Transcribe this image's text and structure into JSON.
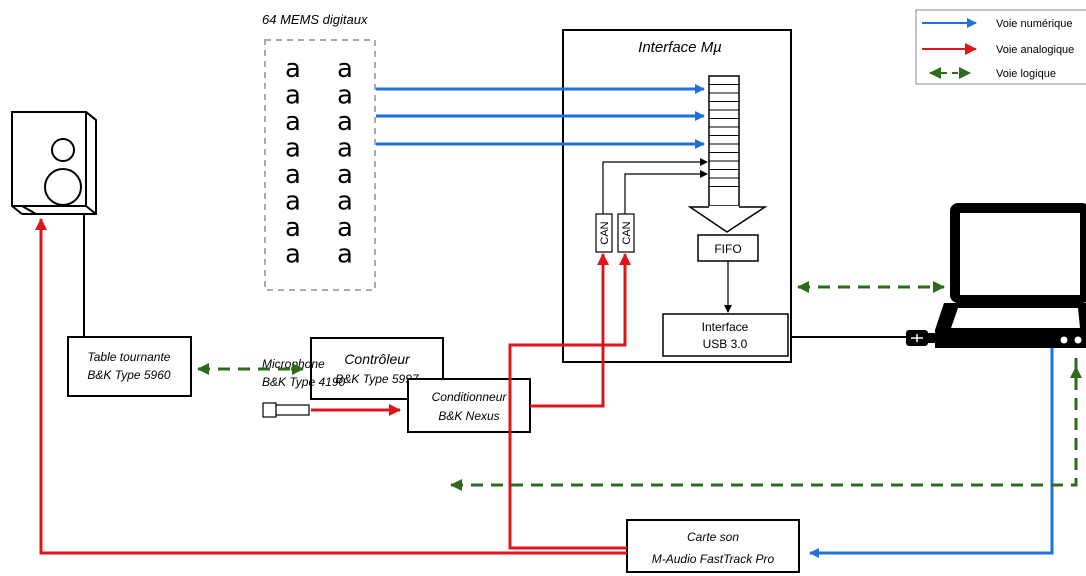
{
  "legend": {
    "items": [
      {
        "label": "Voie numérique",
        "color": "#1e6fe0",
        "style": "solid"
      },
      {
        "label": "Voie analogique",
        "color": "#e0141b",
        "style": "solid"
      },
      {
        "label": "Voie logique",
        "color": "#2e6b1c",
        "style": "dashed"
      }
    ]
  },
  "mems": {
    "title": "64 MEMS digitaux",
    "glyph": "a"
  },
  "interface": {
    "title": "Interface Mµ",
    "can_left": "CAN",
    "can_right": "CAN",
    "fifo": "FIFO",
    "usb_line1": "Interface",
    "usb_line2": "USB 3.0"
  },
  "microphone": {
    "line1": "Microphone",
    "line2": "B&K Type 4190"
  },
  "conditionneur": {
    "line1": "Conditionneur",
    "line2": "B&K Nexus"
  },
  "table": {
    "line1": "Table tournante",
    "line2": "B&K Type 5960"
  },
  "controleur": {
    "line1": "Contrôleur",
    "line2": "B&K Type 5997"
  },
  "carte": {
    "line1": "Carte son",
    "line2": "M-Audio FastTrack Pro"
  },
  "icons": {
    "speaker": "speaker-icon",
    "laptop": "laptop-icon",
    "usb": "usb-plug-icon",
    "mic": "microphone-icon"
  }
}
